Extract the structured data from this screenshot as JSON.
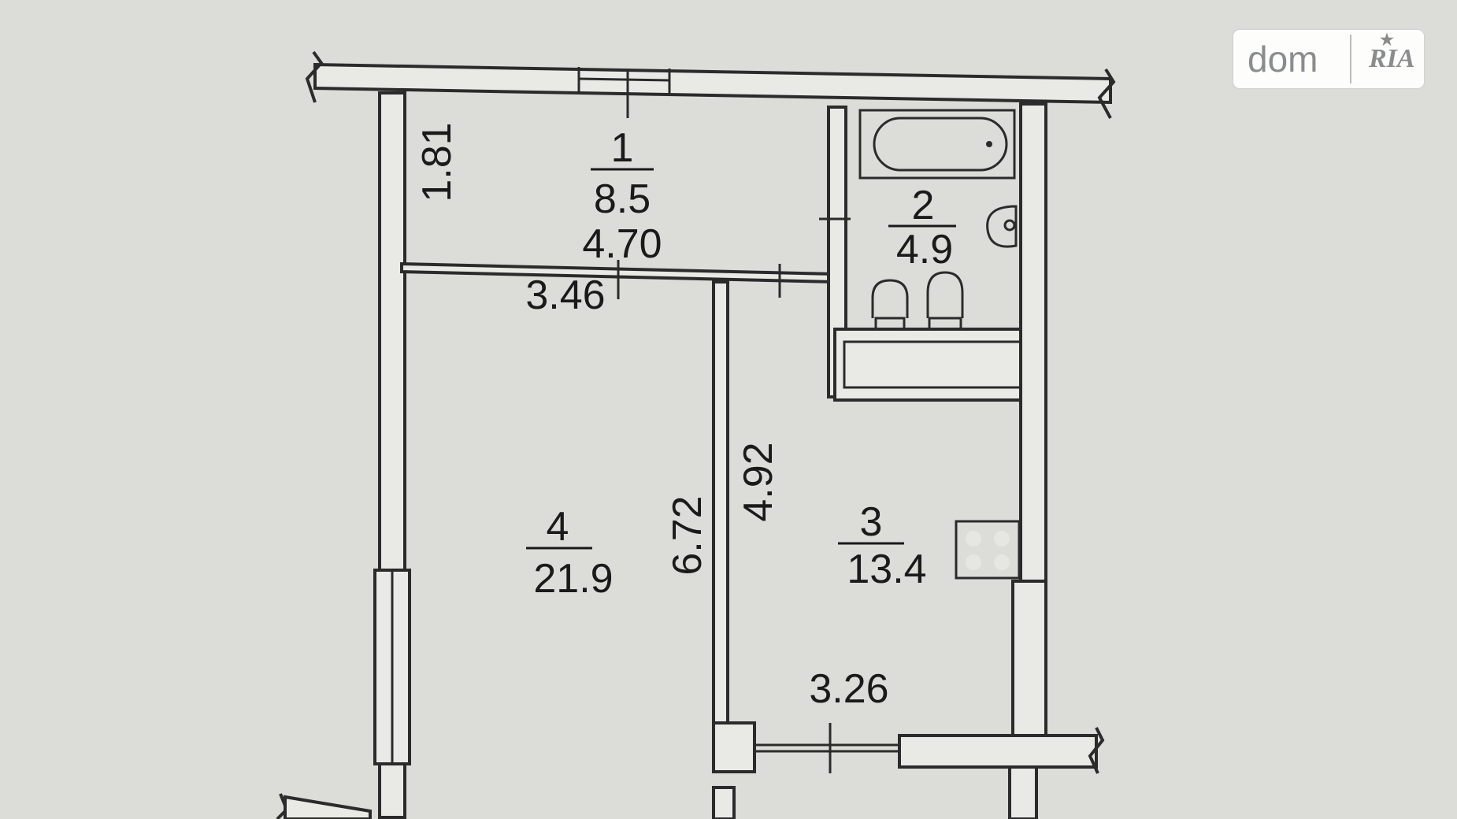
{
  "rooms": [
    {
      "number": "1",
      "area": "8.5"
    },
    {
      "number": "2",
      "area": "4.9"
    },
    {
      "number": "3",
      "area": "13.4"
    },
    {
      "number": "4",
      "area": "21.9"
    }
  ],
  "dimensions": {
    "d_181": "1.81",
    "d_470": "4.70",
    "d_346": "3.46",
    "d_492": "4.92",
    "d_672": "6.72",
    "d_326": "3.26"
  },
  "watermark": {
    "dom": "dom",
    "ria": "RIA"
  }
}
